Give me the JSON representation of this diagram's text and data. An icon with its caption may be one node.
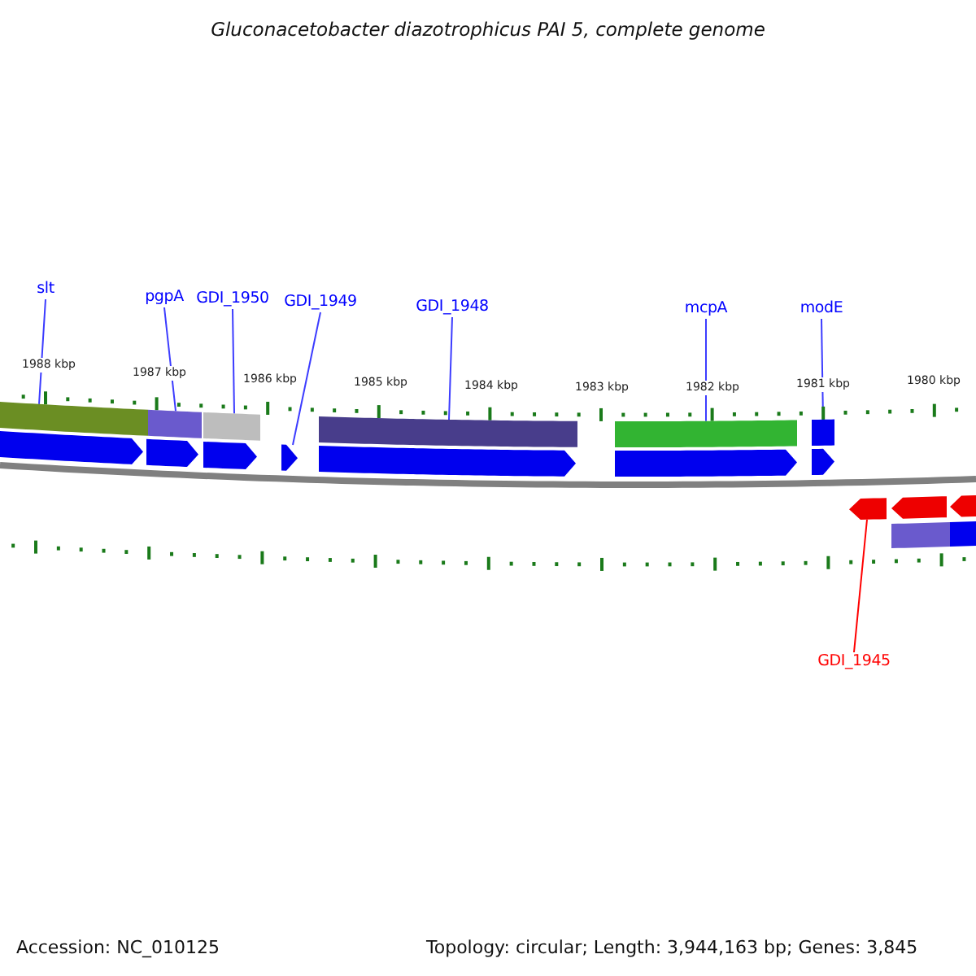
{
  "diagram": {
    "title": "Gluconacetobacter diazotrophicus PAI 5, complete genome",
    "nodes": [
      {
        "text": [
          "slt"
        ]
      },
      {
        "text": [
          "pgpA"
        ]
      },
      {
        "text": [
          "GDI_1950"
        ]
      },
      {
        "text": [
          "GDI_1949"
        ]
      },
      {
        "text": [
          "GDI_1948"
        ]
      },
      {
        "text": [
          "mcpA"
        ]
      },
      {
        "text": [
          "modE"
        ]
      },
      {
        "text": [
          "GDI_1945"
        ]
      },
      {
        "text": [],
        "shape": "bar"
      },
      {
        "text": [],
        "shape": "bar"
      },
      {
        "text": [],
        "shape": "bar"
      },
      {
        "text": [],
        "shape": "bar"
      },
      {
        "text": [],
        "shape": "bar"
      },
      {
        "text": [],
        "shape": "bar"
      },
      {
        "text": [],
        "shape": "pentagon"
      },
      {
        "text": [],
        "shape": "pentagon"
      },
      {
        "text": [],
        "shape": "pentagon"
      },
      {
        "text": [],
        "shape": "pentagon"
      },
      {
        "text": [],
        "shape": "pentagon"
      },
      {
        "text": [],
        "shape": "pentagon"
      },
      {
        "text": [],
        "shape": "pentagon"
      },
      {
        "text": [],
        "shape": "pentagon"
      },
      {
        "text": [],
        "shape": "pentagon"
      },
      {
        "text": [],
        "shape": "pentagon"
      },
      {
        "text": [],
        "shape": "bar"
      },
      {
        "text": [],
        "shape": "bar"
      }
    ],
    "edges": [
      {
        "from": 0,
        "to": 8,
        "arrow": "none"
      },
      {
        "from": 1,
        "to": 9,
        "arrow": "none"
      },
      {
        "from": 2,
        "to": 10,
        "arrow": "none"
      },
      {
        "from": 3,
        "to": 17,
        "arrow": "none"
      },
      {
        "from": 4,
        "to": 11,
        "arrow": "none"
      },
      {
        "from": 5,
        "to": 12,
        "arrow": "none"
      },
      {
        "from": 6,
        "to": 13,
        "arrow": "none"
      },
      {
        "from": 7,
        "to": 21,
        "arrow": "none",
        "color": "#ff0000"
      }
    ],
    "labels": [
      "1988 kbp",
      "1987 kbp",
      "1986 kbp",
      "1985 kbp",
      "1984 kbp",
      "1983 kbp",
      "1982 kbp",
      "1981 kbp",
      "1980 kbp",
      "Accession: NC_010125",
      "Topology: circular; Length: 3,944,163 bp; Genes: 3,845"
    ]
  }
}
